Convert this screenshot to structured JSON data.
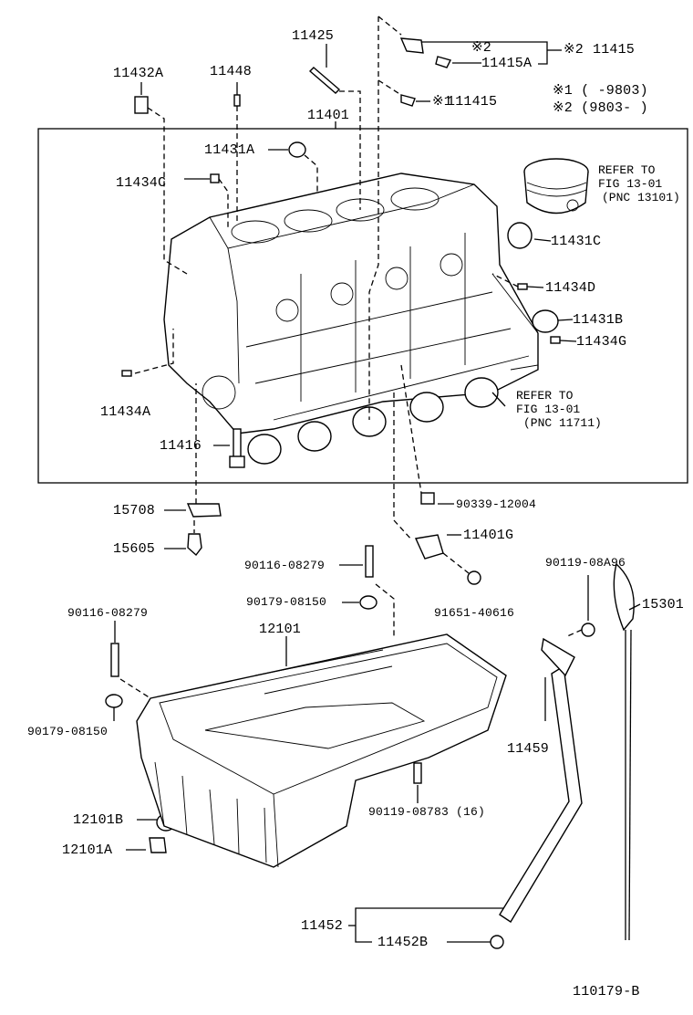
{
  "labels": {
    "p11425": "11425",
    "p11432A": "11432A",
    "p11448": "11448",
    "p11401": "11401",
    "p11431A": "11431A",
    "p11434C": "11434C",
    "p11434A": "11434A",
    "p11416": "11416",
    "p11415": "11415",
    "p11415A": "11415A",
    "p111415": "111415",
    "p11431C": "11431C",
    "p11434D": "11434D",
    "p11431B": "11431B",
    "p11434G": "11434G",
    "p15708": "15708",
    "p15605": "15605",
    "p90339_12004": "90339-12004",
    "p11401G": "11401G",
    "p90116_08279_a": "90116-08279",
    "p90179_08150_a": "90179-08150",
    "p91651_40616": "91651-40616",
    "p90119_08A96": "90119-08A96",
    "p15301": "15301",
    "p90116_08279_b": "90116-08279",
    "p12101": "12101",
    "p90179_08150_b": "90179-08150",
    "p11459": "11459",
    "p90119_08783": "90119-08783 (16)",
    "p12101B": "12101B",
    "p12101A": "12101A",
    "p11452": "11452",
    "p11452B": "11452B",
    "diagram_id": "110179-B"
  },
  "notes": {
    "mark2": "※2",
    "mark2b": "※2",
    "mark1": "※1",
    "legend1": "※1 (      -9803)",
    "legend2": "※2 (9803-      )",
    "refer1_line1": "REFER TO",
    "refer1_line2": "FIG 13-01",
    "refer1_line3": "(PNC 13101)",
    "refer2_line1": "REFER TO",
    "refer2_line2": "FIG 13-01",
    "refer2_line3": "(PNC 11711)"
  }
}
